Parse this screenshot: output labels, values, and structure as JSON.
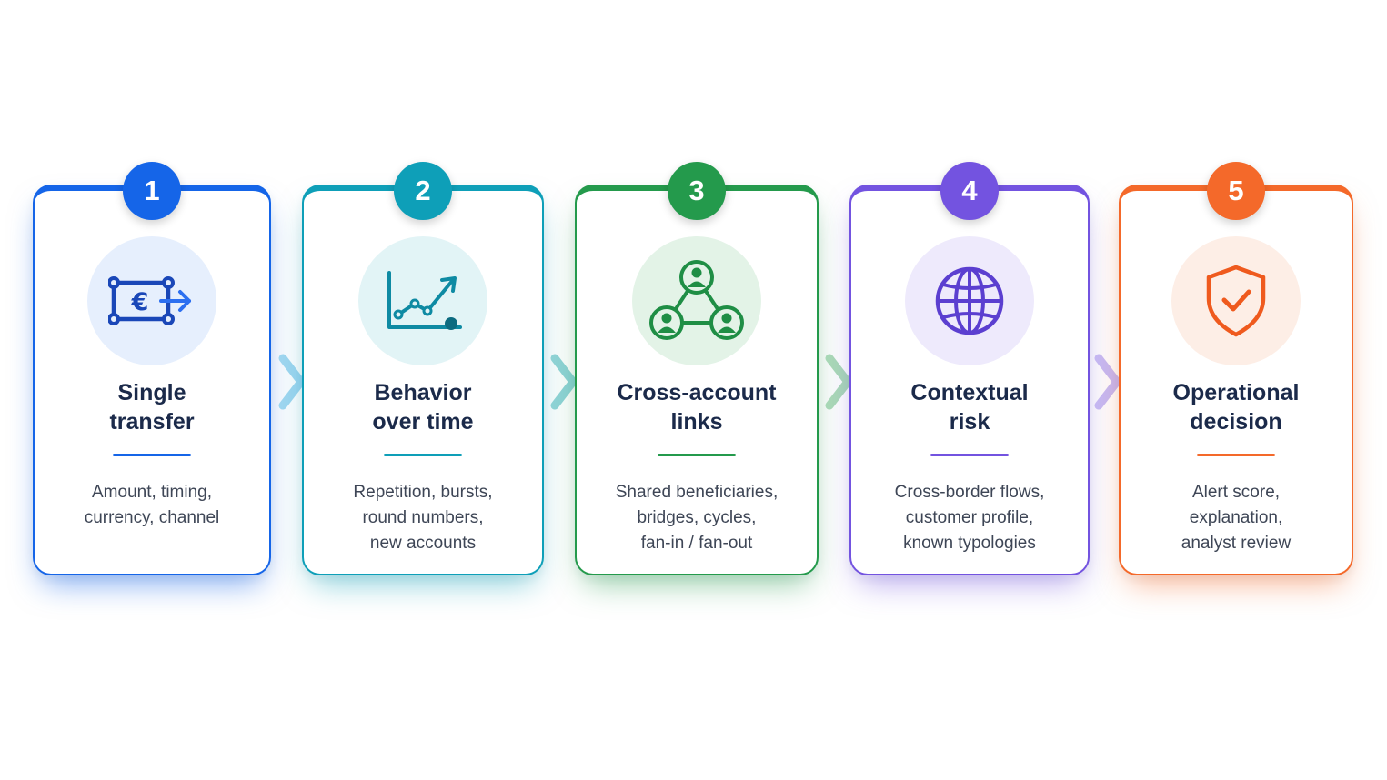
{
  "steps": [
    {
      "number": "1",
      "title_line1": "Single",
      "title_line2": "transfer",
      "desc_lines": [
        "Amount, timing,",
        "currency, channel"
      ],
      "icon": "euro-banknote-transfer-icon",
      "color": "#1565e8"
    },
    {
      "number": "2",
      "title_line1": "Behavior",
      "title_line2": "over time",
      "desc_lines": [
        "Repetition, bursts,",
        "round numbers,",
        "new accounts"
      ],
      "icon": "trend-line-chart-icon",
      "color": "#0e9fb8"
    },
    {
      "number": "3",
      "title_line1": "Cross-account",
      "title_line2": "links",
      "desc_lines": [
        "Shared beneficiaries,",
        "bridges, cycles,",
        "fan-in / fan-out"
      ],
      "icon": "linked-accounts-network-icon",
      "color": "#249a4c"
    },
    {
      "number": "4",
      "title_line1": "Contextual",
      "title_line2": "risk",
      "desc_lines": [
        "Cross-border flows,",
        "customer profile,",
        "known typologies"
      ],
      "icon": "globe-icon",
      "color": "#7353e0"
    },
    {
      "number": "5",
      "title_line1": "Operational",
      "title_line2": "decision",
      "desc_lines": [
        "Alert score,",
        "explanation,",
        "analyst review"
      ],
      "icon": "shield-check-icon",
      "color": "#f4692a"
    }
  ]
}
